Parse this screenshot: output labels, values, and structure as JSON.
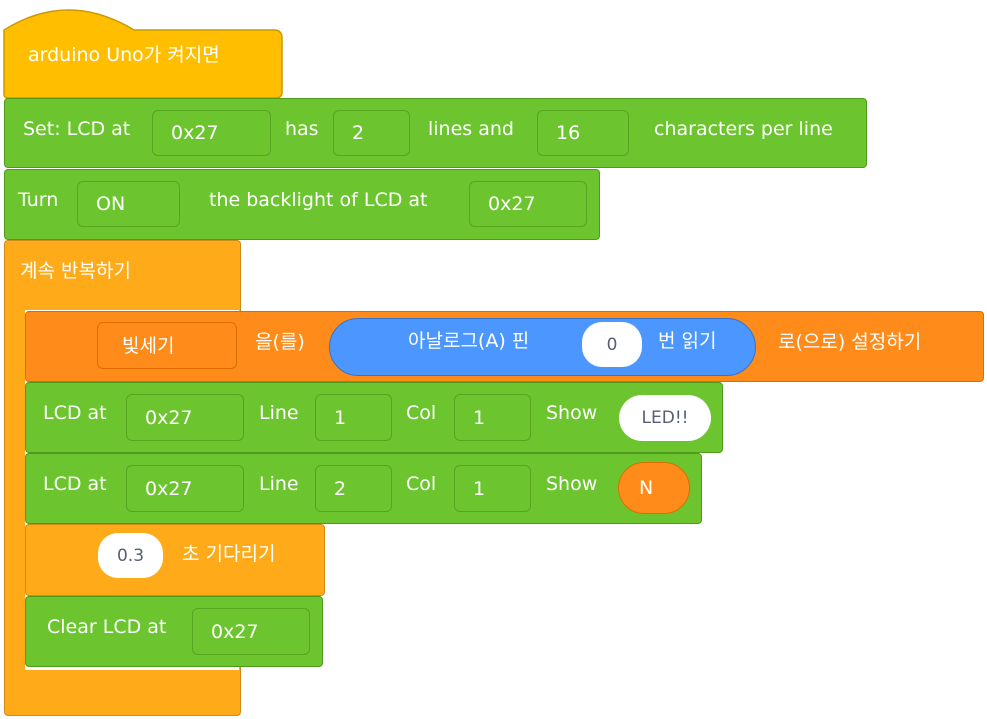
{
  "colors": {
    "event_yellow": "#ffbf00",
    "control_orange": "#ffab19",
    "data_orange": "#ff8c1a",
    "sensor_blue": "#4c97ff",
    "extension_green": "#6cc52f"
  },
  "hat_block": {
    "label": "arduino Uno가 켜지면"
  },
  "lcd_setup": {
    "prefix": "Set: LCD at",
    "address": "0x27",
    "has_label": "has",
    "lines": "2",
    "lines_label": "lines and",
    "chars": "16",
    "suffix": "characters per line"
  },
  "backlight": {
    "prefix": "Turn",
    "state": "ON",
    "middle": "the backlight of LCD at",
    "address": "0x27"
  },
  "forever_block": {
    "label": "계속 반복하기"
  },
  "set_variable": {
    "variable": "빛세기",
    "to_label": "을(를)",
    "analog_prefix": "아날로그(A) 핀",
    "pin": "0",
    "analog_suffix": "번 읽기",
    "suffix": "로(으로) 설정하기"
  },
  "lcd_show_1": {
    "prefix": "LCD at",
    "address": "0x27",
    "line_label": "Line",
    "line": "1",
    "col_label": "Col",
    "col": "1",
    "show_label": "Show",
    "value": "LED!!"
  },
  "lcd_show_2": {
    "prefix": "LCD at",
    "address": "0x27",
    "line_label": "Line",
    "line": "2",
    "col_label": "Col",
    "col": "1",
    "show_label": "Show",
    "value": "N"
  },
  "wait_block": {
    "seconds": "0.3",
    "label": "초 기다리기"
  },
  "clear_lcd": {
    "prefix": "Clear LCD at",
    "address": "0x27"
  }
}
